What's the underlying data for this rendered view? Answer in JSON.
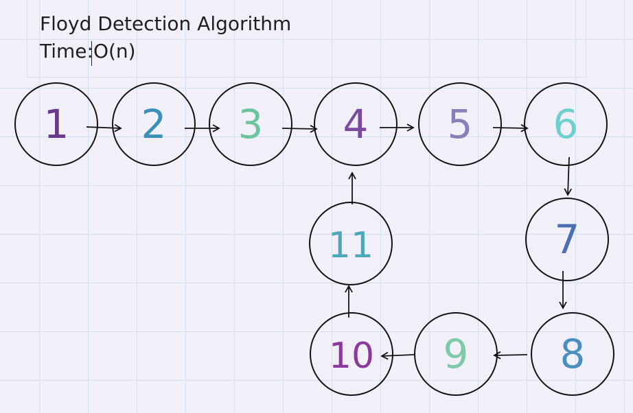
{
  "note": {
    "title": "Floyd Detection Algorithm",
    "time_label": "Time:",
    "time_value": "O(n)"
  },
  "nodes": [
    {
      "id": "n1",
      "label": "1",
      "color": "#6a3a8e"
    },
    {
      "id": "n2",
      "label": "2",
      "color": "#3a8fb8"
    },
    {
      "id": "n3",
      "label": "3",
      "color": "#6cc4a0"
    },
    {
      "id": "n4",
      "label": "4",
      "color": "#7a4a9e"
    },
    {
      "id": "n5",
      "label": "5",
      "color": "#8a7fb8"
    },
    {
      "id": "n6",
      "label": "6",
      "color": "#6fcfcf"
    },
    {
      "id": "n7",
      "label": "7",
      "color": "#4a6fb0"
    },
    {
      "id": "n8",
      "label": "8",
      "color": "#4a8fc0"
    },
    {
      "id": "n9",
      "label": "9",
      "color": "#7ec9a8"
    },
    {
      "id": "n10",
      "label": "10",
      "color": "#8a3a9a"
    },
    {
      "id": "n11",
      "label": "11",
      "color": "#4aa8b8"
    }
  ],
  "edges": [
    {
      "from": "n1",
      "to": "n2"
    },
    {
      "from": "n2",
      "to": "n3"
    },
    {
      "from": "n3",
      "to": "n4"
    },
    {
      "from": "n4",
      "to": "n5"
    },
    {
      "from": "n5",
      "to": "n6"
    },
    {
      "from": "n6",
      "to": "n7"
    },
    {
      "from": "n7",
      "to": "n8"
    },
    {
      "from": "n8",
      "to": "n9"
    },
    {
      "from": "n9",
      "to": "n10"
    },
    {
      "from": "n10",
      "to": "n11"
    },
    {
      "from": "n11",
      "to": "n4"
    }
  ]
}
